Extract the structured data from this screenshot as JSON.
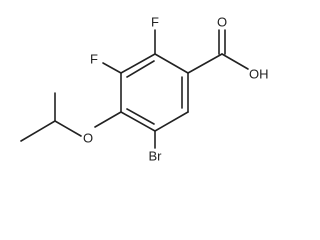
{
  "molecule": {
    "atoms": {
      "f_top": "F",
      "f_left": "F",
      "oh": "OH",
      "o_carbonyl": "O",
      "o_ether": "O",
      "br": "Br"
    }
  }
}
